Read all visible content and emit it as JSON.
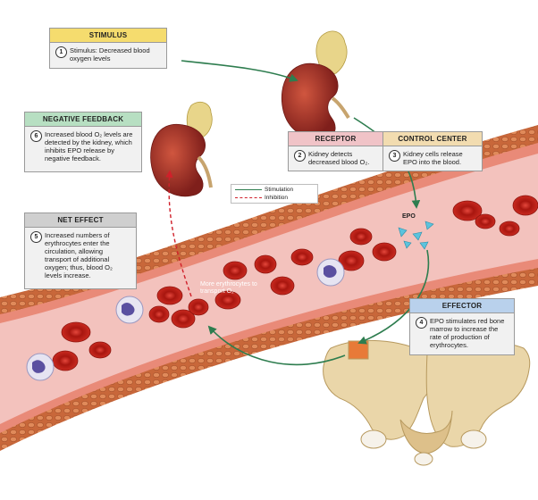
{
  "stimulus": {
    "title": "STIMULUS",
    "number": "1",
    "text": "Stimulus: Decreased blood oxygen levels"
  },
  "receptor": {
    "title": "RECEPTOR",
    "number": "2",
    "text": "Kidney detects decreased blood O₂."
  },
  "control_center": {
    "title": "CONTROL CENTER",
    "number": "3",
    "text": "Kidney cells release EPO into the blood."
  },
  "effector": {
    "title": "EFFECTOR",
    "number": "4",
    "text": "EPO stimulates red bone marrow to increase the rate of production of erythrocytes."
  },
  "net_effect": {
    "title": "NET EFFECT",
    "number": "5",
    "text": "Increased numbers of erythrocytes enter the circulation, allowing transport of additional oxygen; thus, blood O₂ levels increase."
  },
  "negative_feedback": {
    "title": "NEGATIVE FEEDBACK",
    "number": "6",
    "text": "Increased blood O₂ levels are detected by the kidney, which inhibits EPO release by negative feedback."
  },
  "legend": {
    "stimulation": "Stimulation",
    "inhibition": "Inhibition"
  },
  "labels": {
    "epo": "EPO",
    "more_erythrocytes": "More erythrocytes to transport O₂"
  },
  "colors": {
    "stimulation_arrow": "#2e7d4f",
    "inhibition_arrow": "#d0202a",
    "vessel_wall": "#c8673a",
    "blood": "#f1b8b4",
    "erythrocyte": "#c8261f",
    "kidney": "#a8302a",
    "bone": "#e8d2a4"
  }
}
